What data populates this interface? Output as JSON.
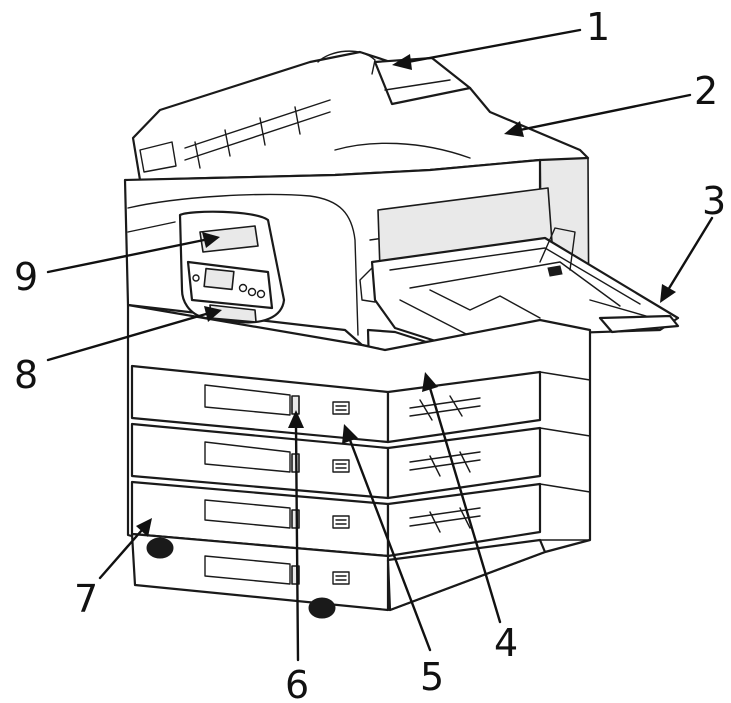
{
  "callouts": [
    {
      "id": "1",
      "label": "1"
    },
    {
      "id": "2",
      "label": "2"
    },
    {
      "id": "3",
      "label": "3"
    },
    {
      "id": "4",
      "label": "4"
    },
    {
      "id": "5",
      "label": "5"
    },
    {
      "id": "6",
      "label": "6"
    },
    {
      "id": "7",
      "label": "7"
    },
    {
      "id": "8",
      "label": "8"
    },
    {
      "id": "9",
      "label": "9"
    }
  ],
  "colors": {
    "line": "#1a1a1a",
    "fill": "#ffffff",
    "shade": "#e9e9e9"
  }
}
